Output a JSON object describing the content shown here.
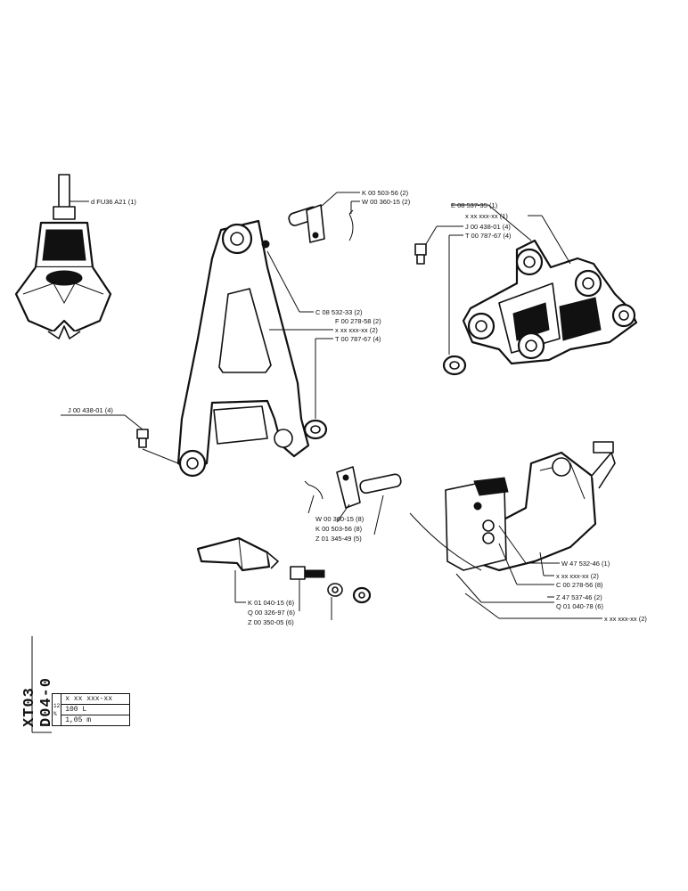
{
  "document": {
    "code": "XT03 D04-0",
    "title_block": {
      "header": "x  xx  xxx-xx",
      "side_mark": "12 %",
      "rows": [
        "100 L",
        "1,05 m"
      ]
    }
  },
  "callouts": {
    "grab": "d FU36 A21 (1)",
    "top_group": [
      "K 00 503-56 (2)",
      "W 00 360-15 (2)"
    ],
    "right_group": [
      "E 08 537-35 (1)",
      "x xx xxx-xx (1)",
      "J 00 438-01 (4)",
      "T 00 787-67 (4)"
    ],
    "center_group": [
      "C 08 532-33 (2)",
      "F 00 278-58 (2)",
      "x xx xxx-xx (2)",
      "T 00 787-67 (4)"
    ],
    "left_group": [
      "J 00 438-01 (4)"
    ],
    "middle_group": [
      "W 00 360-15 (8)",
      "K 00 503-56 (8)",
      "Z 01 345-49 (5)"
    ],
    "bottom_group": [
      "K 01 040-15 (6)",
      "Q 00 326-97 (6)",
      "Z 00 350-05 (6)"
    ],
    "lower_right_group": [
      "W 47 532-46 (1)",
      "x xx xxx-xx (2)",
      "C 00 278-56 (8)",
      "Z 47 537-46 (2)",
      "Q 01 040-78 (6)",
      "x xx xxx-xx (2)"
    ]
  }
}
